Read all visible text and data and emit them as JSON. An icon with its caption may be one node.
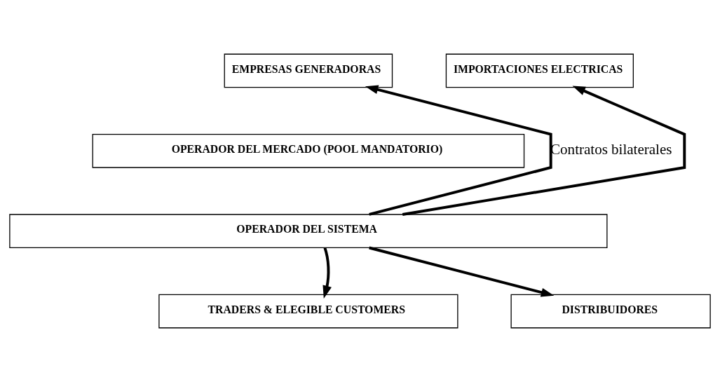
{
  "diagram": {
    "nodes": [
      {
        "text": [
          "EMPRESAS GENERADORAS"
        ]
      },
      {
        "text": [
          "IMPORTACIONES ELECTRICAS"
        ]
      },
      {
        "text": [
          "OPERADOR DEL MERCADO (POOL MANDATORIO)"
        ]
      },
      {
        "text": [
          "OPERADOR DEL SISTEMA"
        ]
      },
      {
        "text": [
          "TRADERS & ELEGIBLE CUSTOMERS"
        ]
      },
      {
        "text": [
          "DISTRIBUIDORES"
        ]
      }
    ],
    "edges": [
      {
        "from": 3,
        "to": 0,
        "arrow": "to",
        "label": "Contratos bilaterales"
      },
      {
        "from": 3,
        "to": 1,
        "arrow": "to"
      },
      {
        "from": 3,
        "to": 4,
        "arrow": "to"
      },
      {
        "from": 3,
        "to": 5,
        "arrow": "to"
      }
    ]
  }
}
